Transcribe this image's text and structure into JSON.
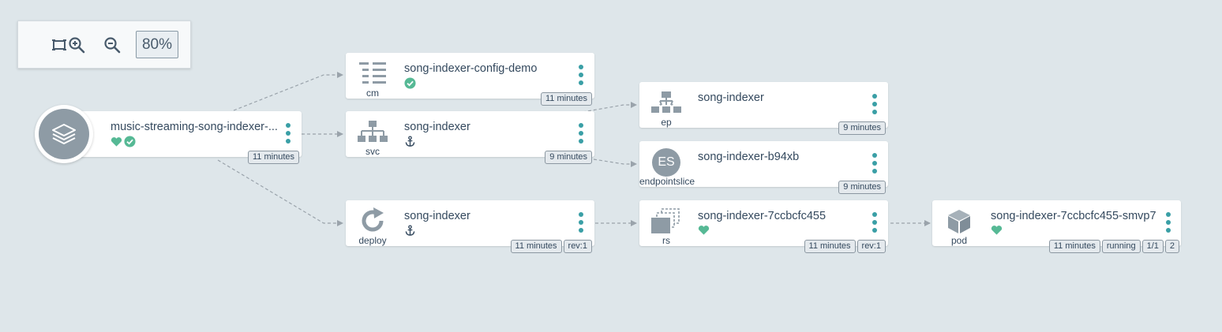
{
  "toolbar": {
    "fit_icon": "fit-to-screen-icon",
    "zoom_in_icon": "zoom-in-icon",
    "zoom_out_icon": "zoom-out-icon",
    "zoom_level": "80%"
  },
  "colors": {
    "background": "#dee6ea",
    "node_icon": "#8e9ba5",
    "kebab": "#3a9fa6",
    "healthy": "#56b995",
    "edge": "#9aa3ab"
  },
  "nodes": {
    "app": {
      "name": "music-streaming-song-indexer-...",
      "icon": "layers-icon",
      "status_icons": [
        "heart-icon",
        "check-circle-icon"
      ],
      "badges": [
        "11 minutes"
      ]
    },
    "cm": {
      "kind": "cm",
      "icon": "list-icon",
      "name": "song-indexer-config-demo",
      "status_icons": [
        "check-circle-icon"
      ],
      "badges": [
        "11 minutes"
      ]
    },
    "svc": {
      "kind": "svc",
      "icon": "sitemap-icon",
      "name": "song-indexer",
      "status_icons": [
        "anchor-icon"
      ],
      "badges": [
        "9 minutes"
      ]
    },
    "deploy": {
      "kind": "deploy",
      "icon": "refresh-icon",
      "name": "song-indexer",
      "status_icons": [
        "anchor-icon"
      ],
      "badges": [
        "11 minutes",
        "rev:1"
      ]
    },
    "ep": {
      "kind": "ep",
      "icon": "network-icon",
      "name": "song-indexer",
      "badges": [
        "9 minutes"
      ]
    },
    "endpointslice": {
      "kind": "endpointslice",
      "icon_text": "ES",
      "name": "song-indexer-b94xb",
      "badges": [
        "9 minutes"
      ]
    },
    "rs": {
      "kind": "rs",
      "icon": "replicaset-icon",
      "name": "song-indexer-7ccbcfc455",
      "status_icons": [
        "heart-icon"
      ],
      "badges": [
        "11 minutes",
        "rev:1"
      ]
    },
    "pod": {
      "kind": "pod",
      "icon": "cube-icon",
      "name": "song-indexer-7ccbcfc455-smvp7",
      "status_icons": [
        "heart-icon"
      ],
      "badges": [
        "11 minutes",
        "running",
        "1/1",
        "2"
      ]
    }
  }
}
